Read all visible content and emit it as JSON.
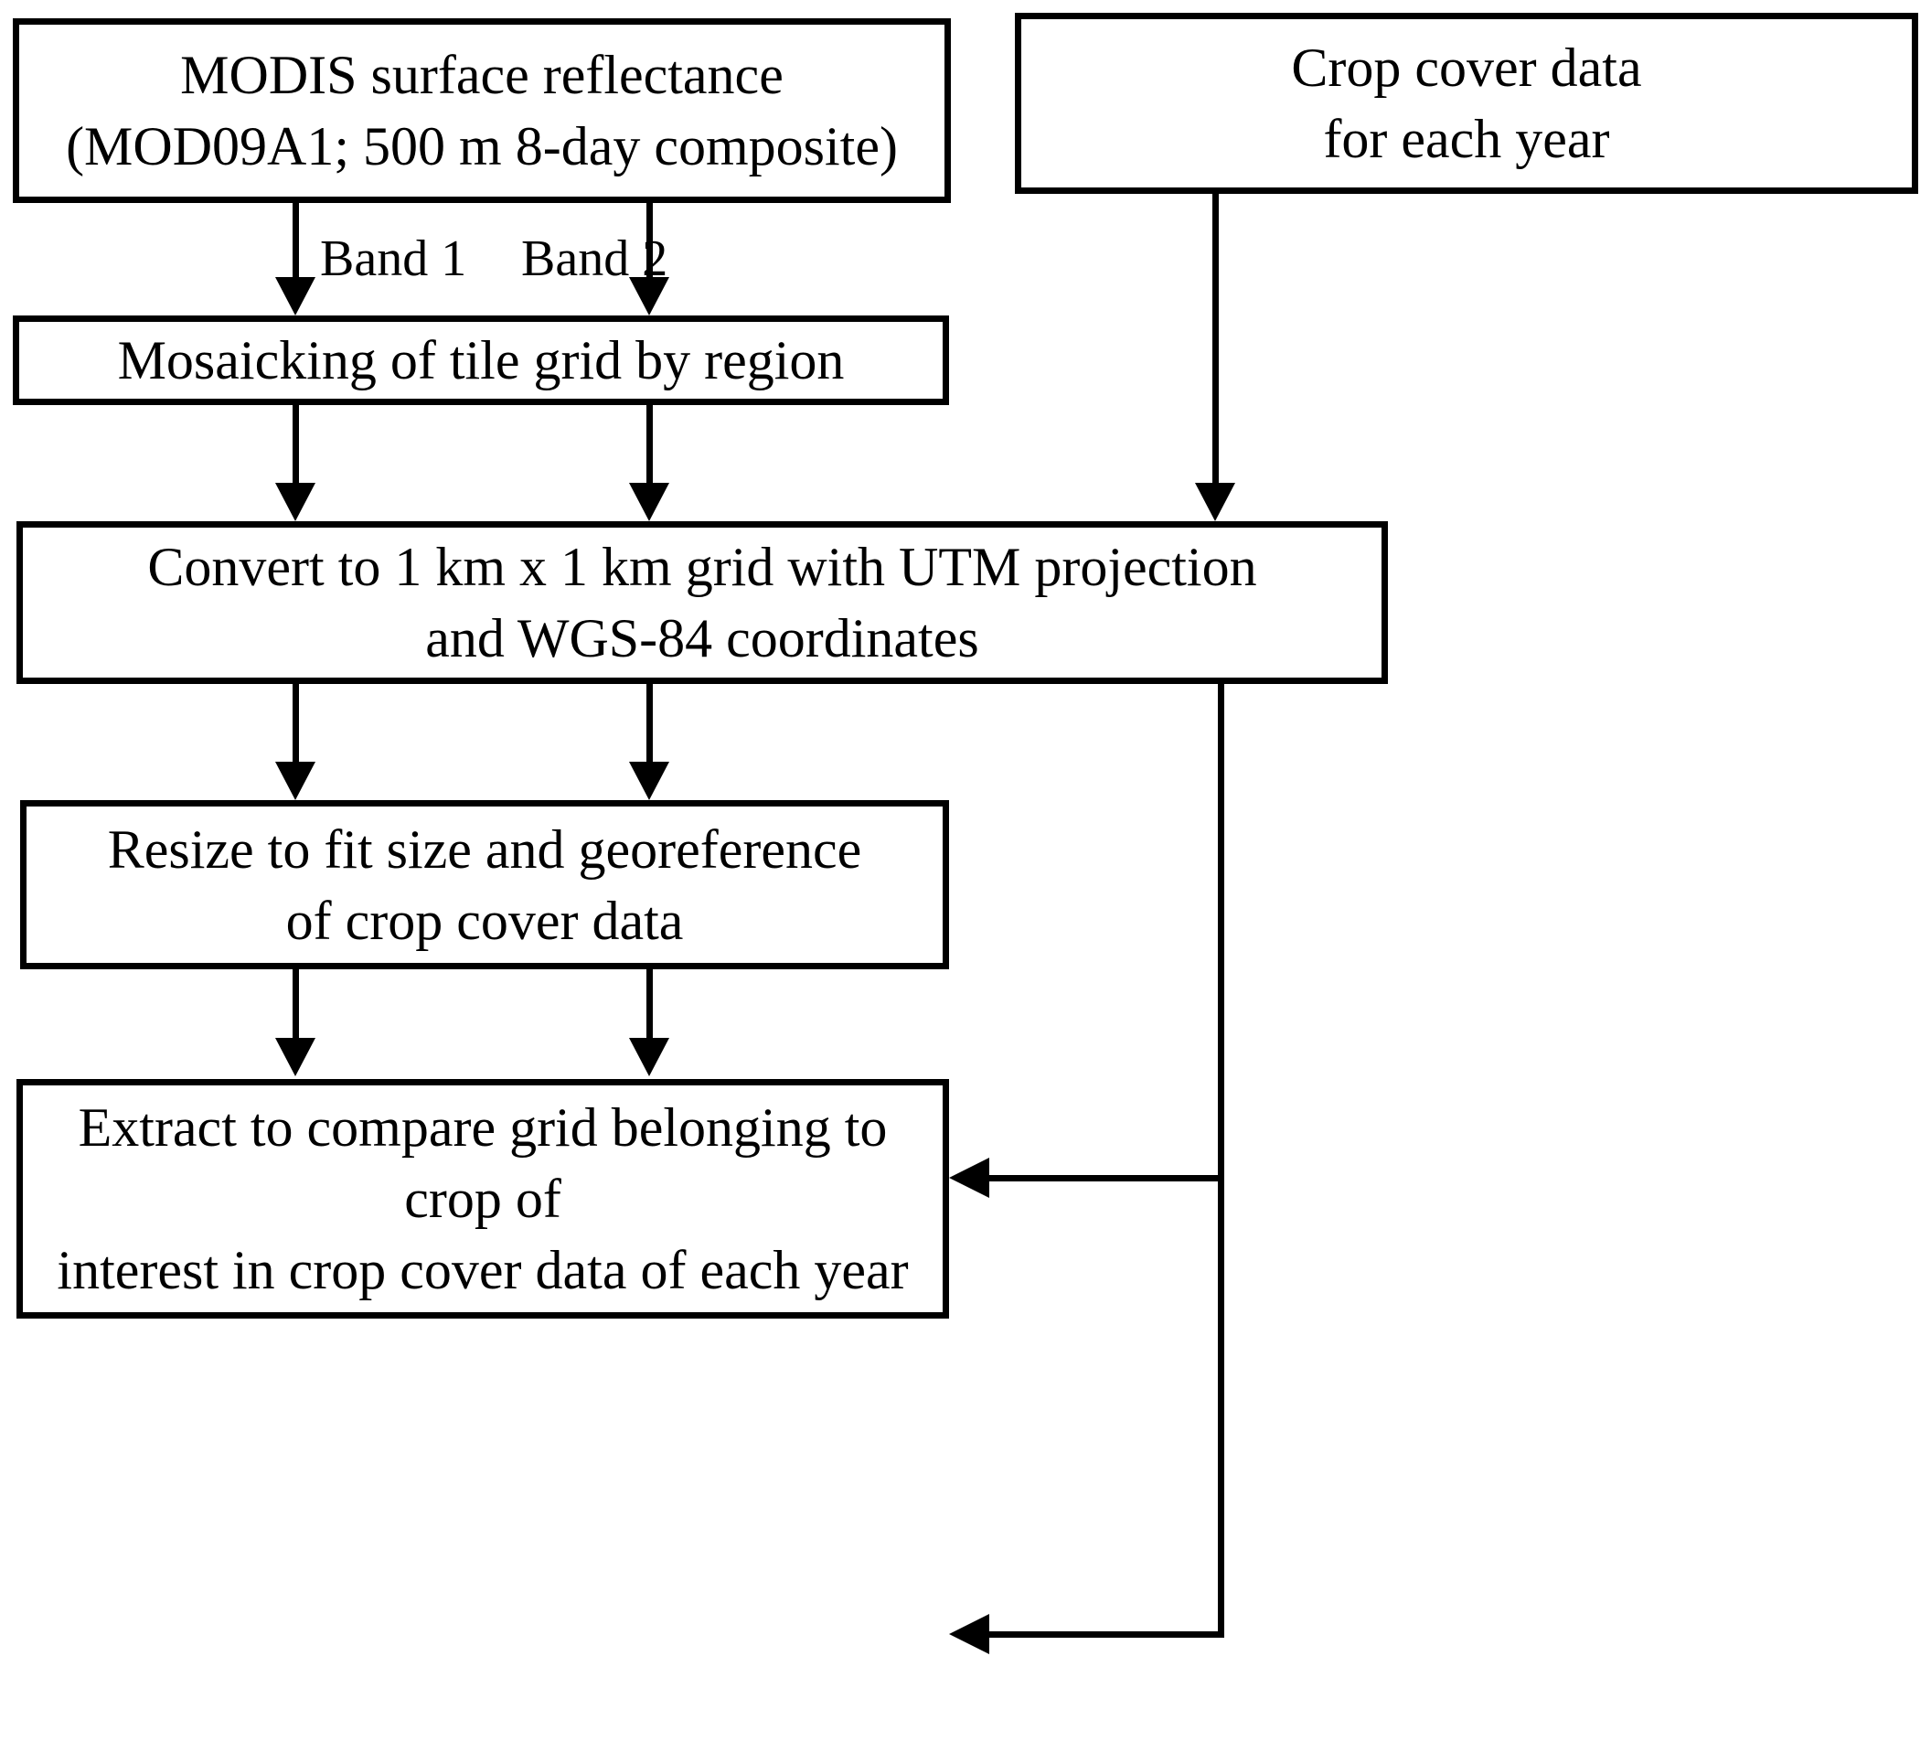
{
  "diagram": {
    "title": "MODIS crop cover preprocessing flowchart",
    "colors": {
      "stroke": "#000000",
      "fill": "#ffffff",
      "text": "#000000"
    },
    "nodes": [
      {
        "id": "modis",
        "label": "MODIS surface reflectance\n(MOD09A1;  500 m 8-day composite)"
      },
      {
        "id": "cropcover",
        "label": "Crop cover data\nfor each year"
      },
      {
        "id": "mosaic",
        "label": "Mosaicking of tile grid by region"
      },
      {
        "id": "convert",
        "label": "Convert to 1 km x 1 km grid with UTM projection\nand WGS-84 coordinates"
      },
      {
        "id": "resize",
        "label": "Resize to fit size and georeference\nof crop cover data"
      },
      {
        "id": "extract",
        "label": "Extract to compare grid belonging to crop of\ninterest in crop cover data of each year"
      }
    ],
    "edge_labels": [
      {
        "id": "band1",
        "label": "Band 1"
      },
      {
        "id": "band2",
        "label": "Band 2"
      }
    ],
    "edges": [
      {
        "from": "modis",
        "to": "mosaic",
        "label": "Band 1",
        "direction": "down"
      },
      {
        "from": "modis",
        "to": "mosaic",
        "label": "Band 2",
        "direction": "down"
      },
      {
        "from": "mosaic",
        "to": "convert",
        "label": "",
        "direction": "down"
      },
      {
        "from": "mosaic",
        "to": "convert",
        "label": "",
        "direction": "down"
      },
      {
        "from": "cropcover",
        "to": "convert",
        "label": "",
        "direction": "down"
      },
      {
        "from": "convert",
        "to": "resize",
        "label": "",
        "direction": "down"
      },
      {
        "from": "convert",
        "to": "resize",
        "label": "",
        "direction": "down"
      },
      {
        "from": "convert",
        "to": "resize",
        "label": "",
        "direction": "left"
      },
      {
        "from": "resize",
        "to": "extract",
        "label": "",
        "direction": "down"
      },
      {
        "from": "resize",
        "to": "extract",
        "label": "",
        "direction": "down"
      },
      {
        "from": "convert",
        "to": "extract",
        "label": "",
        "direction": "left"
      }
    ]
  }
}
